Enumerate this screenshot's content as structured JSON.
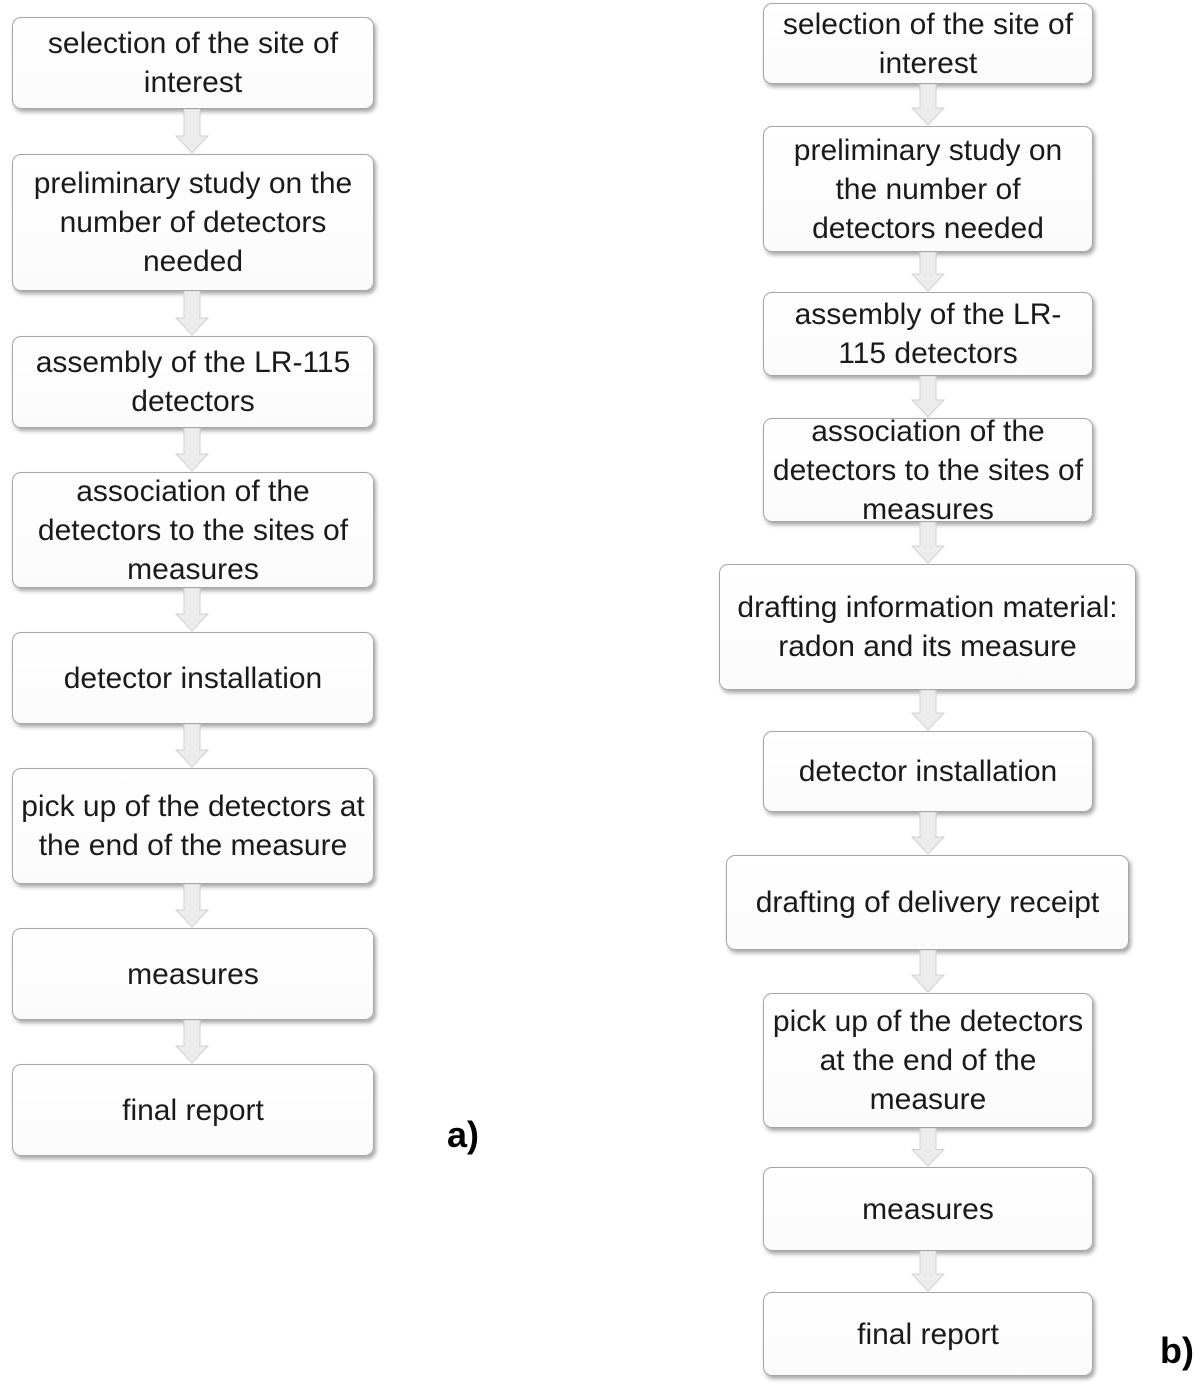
{
  "panel_a": {
    "label": "a)",
    "steps": [
      "selection of the site of interest",
      "preliminary study on the number of detectors needed",
      "assembly of the LR-115 detectors",
      "association of the detectors to the sites of measures",
      "detector installation",
      "pick up of the detectors at the end of the measure",
      "measures",
      "final report"
    ]
  },
  "panel_b": {
    "label": "b)",
    "steps": [
      "selection of the site of interest",
      "preliminary study on the number of detectors needed",
      "assembly of the LR-115 detectors",
      "association of the detectors to the sites of measures",
      "drafting information material: radon and its measure",
      "detector installation",
      "drafting of delivery receipt",
      "pick up of the detectors at the end of the measure",
      "measures",
      "final report"
    ]
  },
  "style": {
    "box_border": "#a6a6a6",
    "arrow_fill": "#ececec",
    "arrow_stroke": "#d0d0d0"
  }
}
